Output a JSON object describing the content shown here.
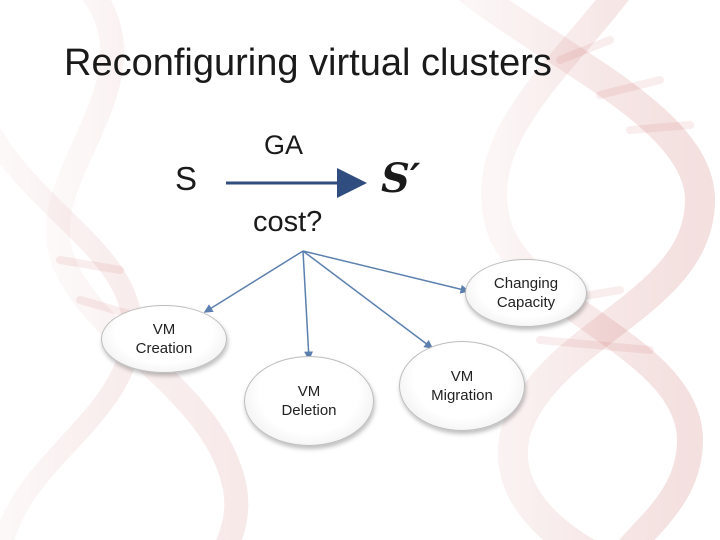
{
  "slide": {
    "title": "Reconfiguring virtual clusters"
  },
  "transition": {
    "source": "S",
    "method": "GA",
    "target": "S′",
    "question": "cost?"
  },
  "nodes": {
    "capacity": "Changing\nCapacity",
    "creation": "VM\nCreation",
    "deletion": "VM\nDeletion",
    "migration": "VM\nMigration"
  },
  "colors": {
    "connector": "#5b7fae",
    "arrow": "#2f4d7e",
    "helix": "#c0504d"
  }
}
